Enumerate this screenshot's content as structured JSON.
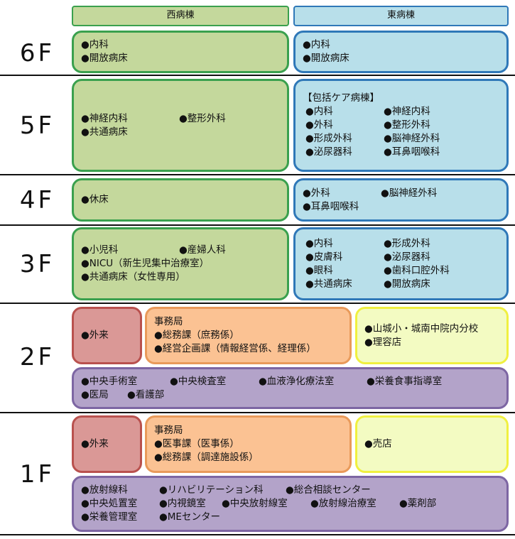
{
  "header": {
    "west": "西病棟",
    "east": "東病棟"
  },
  "floors": {
    "f6": {
      "label": "6F",
      "west": [
        "●内科",
        "●開放病床"
      ],
      "east": [
        "●内科",
        "●開放病床"
      ]
    },
    "f5": {
      "label": "5F",
      "west": [
        "●神経内科",
        "●整形外科",
        "●共通病床"
      ],
      "east_title": "【包括ケア病棟】",
      "east": [
        "●内科",
        "●神経内科",
        "●外科",
        "●整形外科",
        "●形成外科",
        "●脳神経外科",
        "●泌尿器科",
        "●耳鼻咽喉科"
      ]
    },
    "f4": {
      "label": "4F",
      "west": [
        "●休床"
      ],
      "east": [
        "●外科",
        "●脳神経外科",
        "●耳鼻咽喉科"
      ]
    },
    "f3": {
      "label": "3F",
      "west": [
        "●小児科",
        "●産婦人科",
        "●NICU（新生児集中治療室）",
        "●共通病床（女性専用）"
      ],
      "east": [
        "●内科",
        "●形成外科",
        "●皮膚科",
        "●泌尿器科",
        "●眼科",
        "●歯科口腔外科",
        "●共通病床",
        "●開放病床"
      ]
    },
    "f2": {
      "label": "2F",
      "outpatient": "●外来",
      "office_title": "事務局",
      "office": [
        "●総務課（庶務係）",
        "●経営企画課（情報経営係、経理係）"
      ],
      "other": [
        "●山城小・城南中院内分校",
        "●理容店"
      ],
      "central": [
        "●中央手術室",
        "●中央検査室",
        "●血液浄化療法室",
        "●栄養食事指導室",
        "●医局",
        "●看護部"
      ]
    },
    "f1": {
      "label": "1F",
      "outpatient": "●外来",
      "office_title": "事務局",
      "office": [
        "●医事課（医事係）",
        "●総務課（調達施設係）"
      ],
      "other": [
        "●売店"
      ],
      "central": [
        "●放射線科",
        "●リハビリテーション科",
        "●総合相談センター",
        "●中央処置室",
        "●内視鏡室",
        "●中央放射線室",
        "●放射線治療室",
        "●薬剤部",
        "●栄養管理室",
        "●MEセンター"
      ]
    }
  }
}
